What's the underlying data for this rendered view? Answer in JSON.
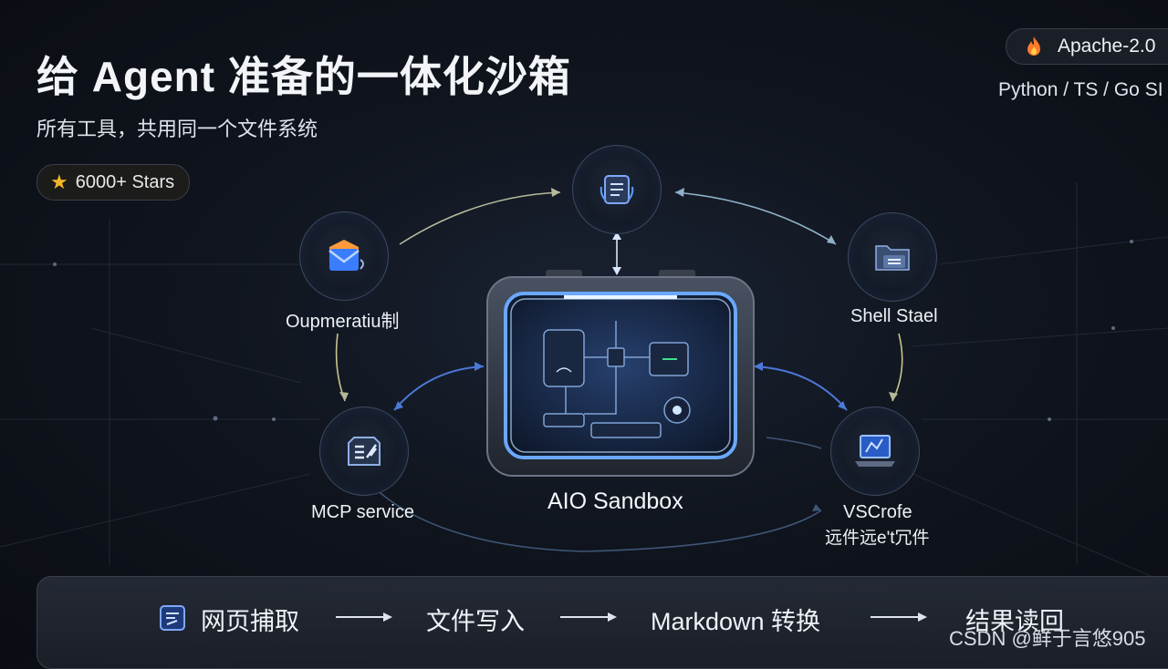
{
  "header": {
    "title": "给 Agent 准备的一体化沙箱",
    "subtitle": "所有工具，共用同一个文件系统"
  },
  "stars_badge": {
    "icon": "star-icon",
    "label": "6000+ Stars"
  },
  "license_badge": {
    "icon": "fire-icon",
    "label": "Apache-2.0"
  },
  "languages": "Python / TS / Go SI",
  "nodes": {
    "top": {
      "icon": "document-icon",
      "label": ""
    },
    "left_upper": {
      "icon": "mail-icon",
      "label": "Oupmeratiu制"
    },
    "right_upper": {
      "icon": "folder-icon",
      "label": "Shell Stael"
    },
    "left_lower": {
      "icon": "mcp-icon",
      "label": "MCP service"
    },
    "right_lower": {
      "icon": "laptop-icon",
      "label": "VSCrofe",
      "sublabel": "远件远e't冗件"
    }
  },
  "sandbox": {
    "label": "AIO Sandbox"
  },
  "pipeline": {
    "icon": "edit-doc-icon",
    "steps": [
      "网页捕取",
      "文件写入",
      "Markdown 转换",
      "结果读回"
    ]
  },
  "watermark": "CSDN @鲜于言悠905",
  "colors": {
    "accent": "#5b9dff",
    "star": "#f5b52a",
    "fire": "#ff7a2a"
  }
}
